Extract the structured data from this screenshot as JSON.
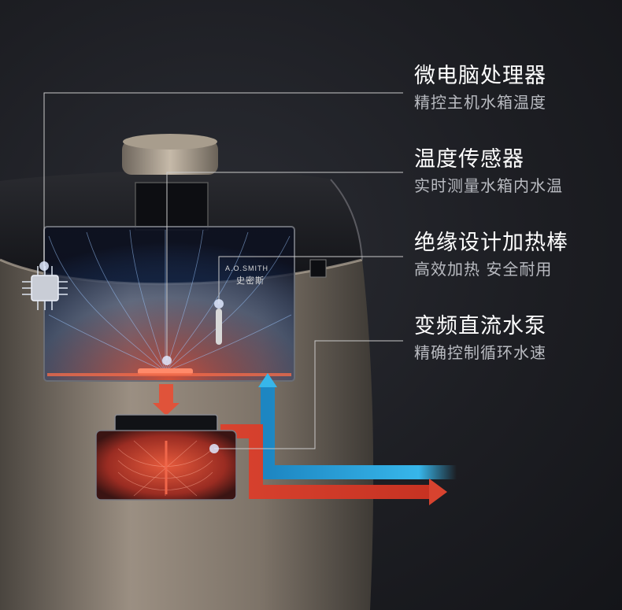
{
  "features": [
    {
      "title": "微电脑处理器",
      "desc": "精控主机水箱温度"
    },
    {
      "title": "温度传感器",
      "desc": "实时测量水箱内水温"
    },
    {
      "title": "绝缘设计加热棒",
      "desc": "高效加热 安全耐用"
    },
    {
      "title": "变频直流水泵",
      "desc": "精确控制循环水速"
    }
  ],
  "brand": {
    "en": "A.O.SMITH",
    "cn": "史密斯"
  },
  "colors": {
    "hot_flow": "#e8503a",
    "cold_flow": "#2aa7dc",
    "body": "#8a8074",
    "label_line": "#c9c9c9"
  }
}
